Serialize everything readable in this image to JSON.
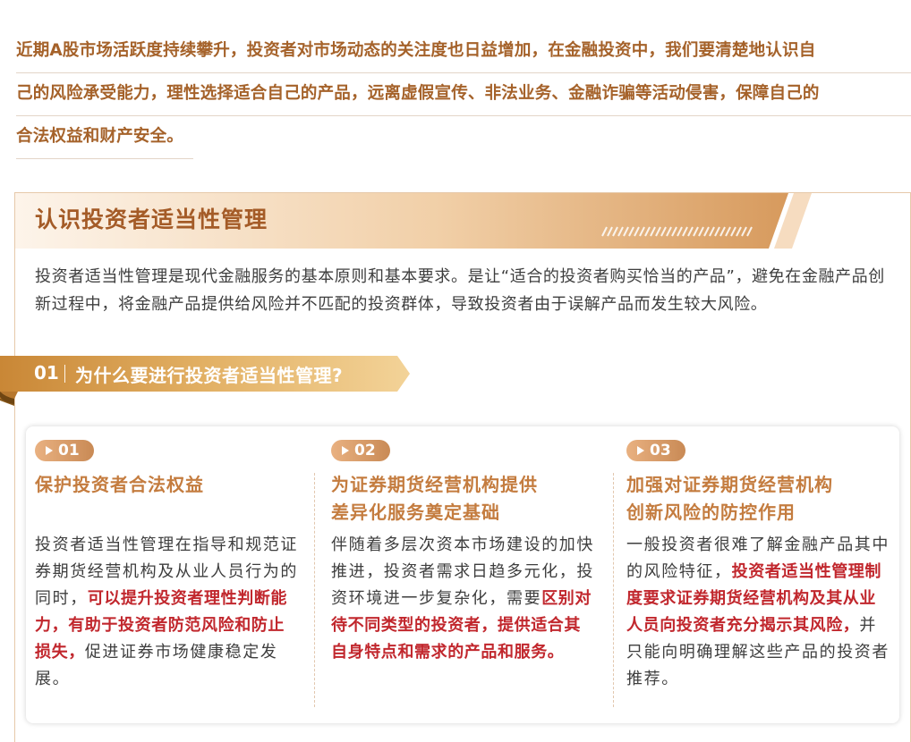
{
  "intro": {
    "lines": [
      "近期A股市场活跃度持续攀升，投资者对市场动态的关注度也日益增加，在金融投资中，我们要清楚地认识自",
      "己的风险承受能力，理性选择适合自己的产品，远离虚假宣传、非法业务、金融诈骗等活动侵害，保障自己的",
      "合法权益和财产安全。"
    ]
  },
  "section": {
    "title": "认识投资者适当性管理",
    "description": "投资者适当性管理是现代金融服务的基本原则和基本要求。是让“适合的投资者购买恰当的产品”，避免在金融产品创新过程中，将金融产品提供给风险并不匹配的投资群体，导致投资者由于误解产品而发生较大风险。"
  },
  "question": {
    "number": "01",
    "text": "为什么要进行投资者适当性管理?"
  },
  "cards": [
    {
      "badge": "01",
      "title_lines": [
        "保护投资者合法权益"
      ],
      "body_before": "投资者适当性管理在指导和规范证券期货经营机构及从业人员行为的同时，",
      "body_highlight": "可以提升投资者理性判断能力，有助于投资者防范风险和防止损失，",
      "body_after": "促进证券市场健康稳定发展。"
    },
    {
      "badge": "02",
      "title_lines": [
        "为证券期货经营机构提供",
        "差异化服务奠定基础"
      ],
      "body_before": "伴随着多层次资本市场建设的加快推进，投资者需求日趋多元化，投资环境进一步复杂化，需要",
      "body_highlight": "区别对待不同类型的投资者，提供适合其自身特点和需求的产品和服务。",
      "body_after": ""
    },
    {
      "badge": "03",
      "title_lines": [
        "加强对证券期货经营机构",
        "创新风险的防控作用"
      ],
      "body_before": "一般投资者很难了解金融产品其中的风险特征，",
      "body_highlight": "投资者适当性管理制度要求证券期货经营机构及其从业人员向投资者充分揭示其风险，",
      "body_after": "并只能向明确理解这些产品的投资者推荐。"
    }
  ],
  "colors": {
    "accent": "#a5622a",
    "title": "#c47c3f",
    "highlight": "#c1272d",
    "banner_gold": "#d8a159"
  }
}
